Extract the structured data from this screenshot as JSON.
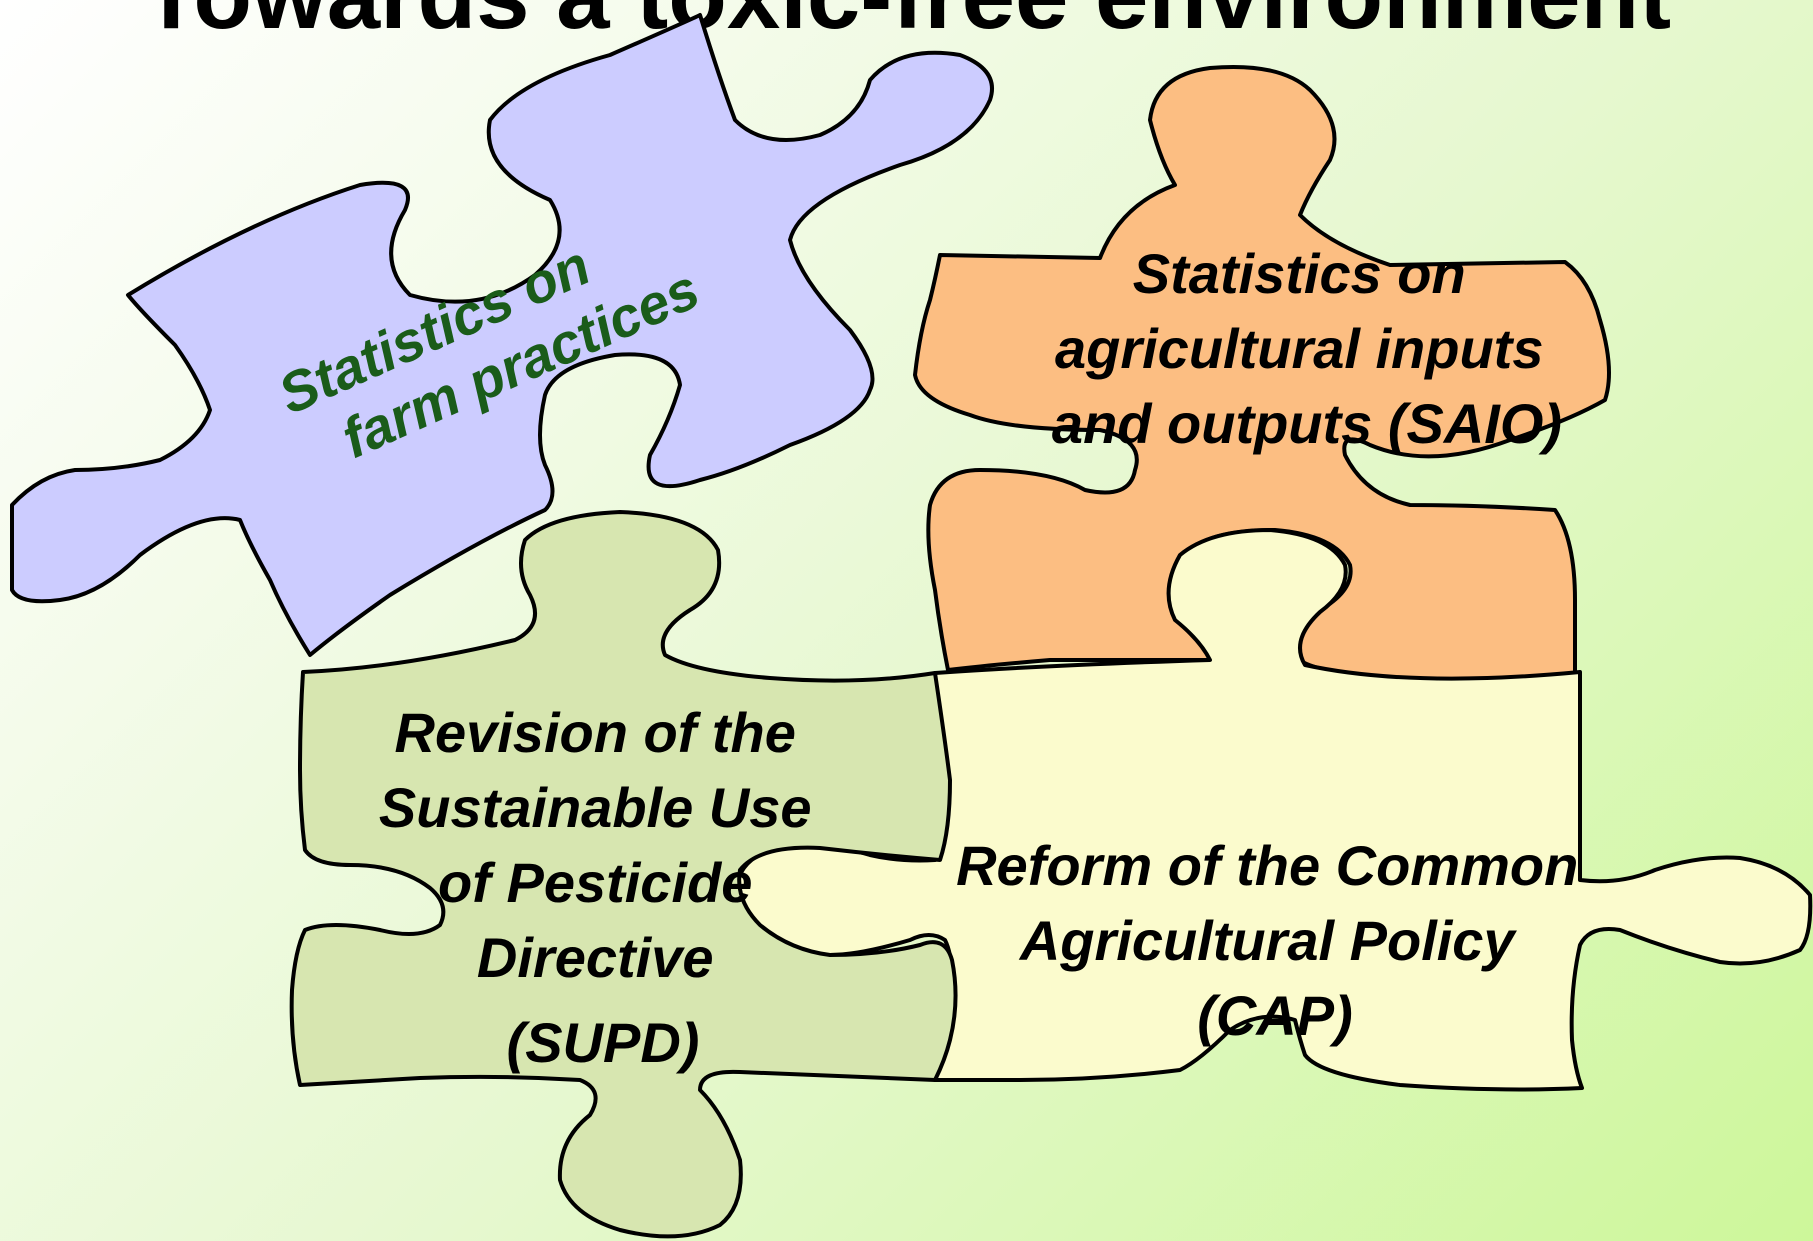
{
  "slide": {
    "title": "Towards a toxic-free environment"
  },
  "puzzle": {
    "pieces": [
      {
        "id": "farm-practices",
        "lines": [
          "Statistics on",
          "farm practices"
        ],
        "fill": "#ccccff",
        "text_color": "#1a5c1a"
      },
      {
        "id": "saio",
        "lines": [
          "Statistics on",
          "agricultural inputs",
          "and outputs (SAIO)"
        ],
        "fill": "#fcbe82",
        "text_color": "#000000"
      },
      {
        "id": "supd",
        "lines": [
          "Revision of the",
          "Sustainable Use",
          "of Pesticide",
          "Directive",
          "(SUPD)"
        ],
        "fill": "#d7e6b0",
        "text_color": "#000000"
      },
      {
        "id": "cap",
        "lines": [
          "Reform of the Common",
          "Agricultural Policy",
          "(CAP)"
        ],
        "fill": "#fbfbcd",
        "text_color": "#000000"
      }
    ]
  }
}
